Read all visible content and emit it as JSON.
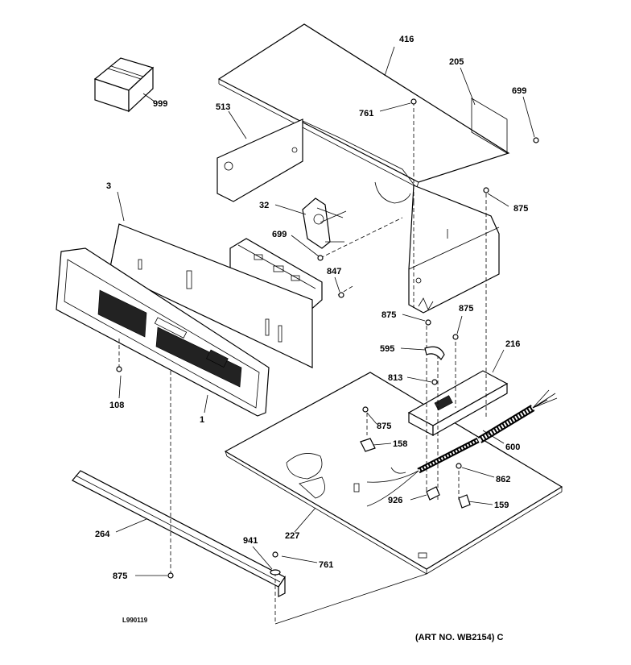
{
  "parts": {
    "p416": "416",
    "p205": "205",
    "p699a": "699",
    "p999": "999",
    "p513": "513",
    "p761a": "761",
    "p875a": "875",
    "p3": "3",
    "p32": "32",
    "p699b": "699",
    "p847": "847",
    "p875b": "875",
    "p875c": "875",
    "p595": "595",
    "p216": "216",
    "p813": "813",
    "p108": "108",
    "p1": "1",
    "p875d": "875",
    "p158": "158",
    "p600": "600",
    "p862": "862",
    "p926": "926",
    "p159": "159",
    "p264": "264",
    "p227": "227",
    "p941": "941",
    "p761b": "761",
    "p875e": "875"
  },
  "footer": {
    "code": "L990119",
    "art_no": "(ART NO. WB2154) C"
  }
}
